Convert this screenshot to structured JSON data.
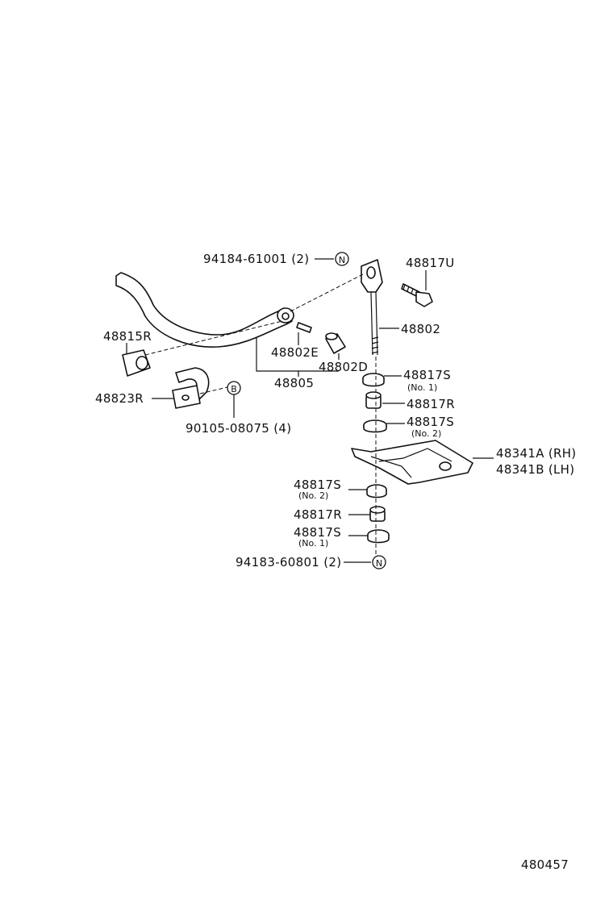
{
  "labels": {
    "p94184": "94184-61001 (2)",
    "p48817U": "48817U",
    "p48802": "48802",
    "p48815R": "48815R",
    "p48802E": "48802E",
    "p48802D": "48802D",
    "p48805": "48805",
    "p48817S_top": "48817S",
    "p48817S_top_sub": "(No. 1)",
    "p48823R": "48823R",
    "p48817R_top": "48817R",
    "p48817S_mid": "48817S",
    "p48817S_mid_sub": "(No. 2)",
    "p90105": "90105-08075 (4)",
    "p48341A": "48341A (RH)",
    "p48341B": "48341B (LH)",
    "p48817S_low": "48817S",
    "p48817S_low_sub": "(No. 2)",
    "p48817R_low": "48817R",
    "p48817S_bot": "48817S",
    "p48817S_bot_sub": "(No. 1)",
    "p94183": "94183-60801 (2)",
    "marker_N": "N",
    "marker_B": "B",
    "figure_number": "480457"
  },
  "icons": [
    "nut-N-symbol",
    "bolt-B-symbol"
  ]
}
